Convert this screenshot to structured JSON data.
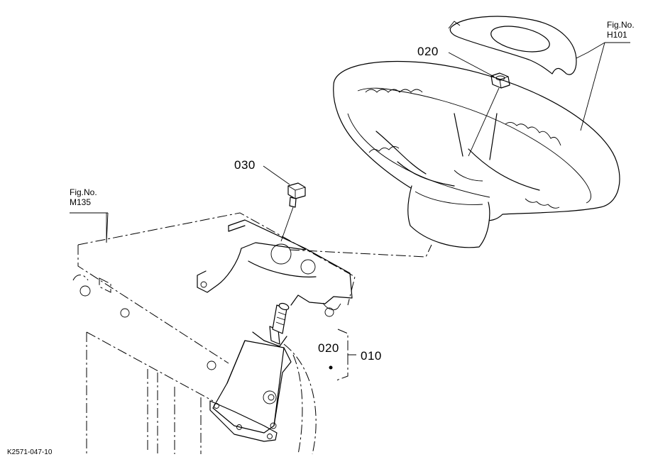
{
  "callouts": {
    "part_020_top": "020",
    "part_030": "030",
    "part_020_bottom": "020",
    "part_010": "010"
  },
  "figure_refs": {
    "h101": {
      "line1": "Fig.No.",
      "line2": "H101"
    },
    "m135": {
      "line1": "Fig.No.",
      "line2": "M135"
    }
  },
  "drawing_code": "K2571-047-10"
}
